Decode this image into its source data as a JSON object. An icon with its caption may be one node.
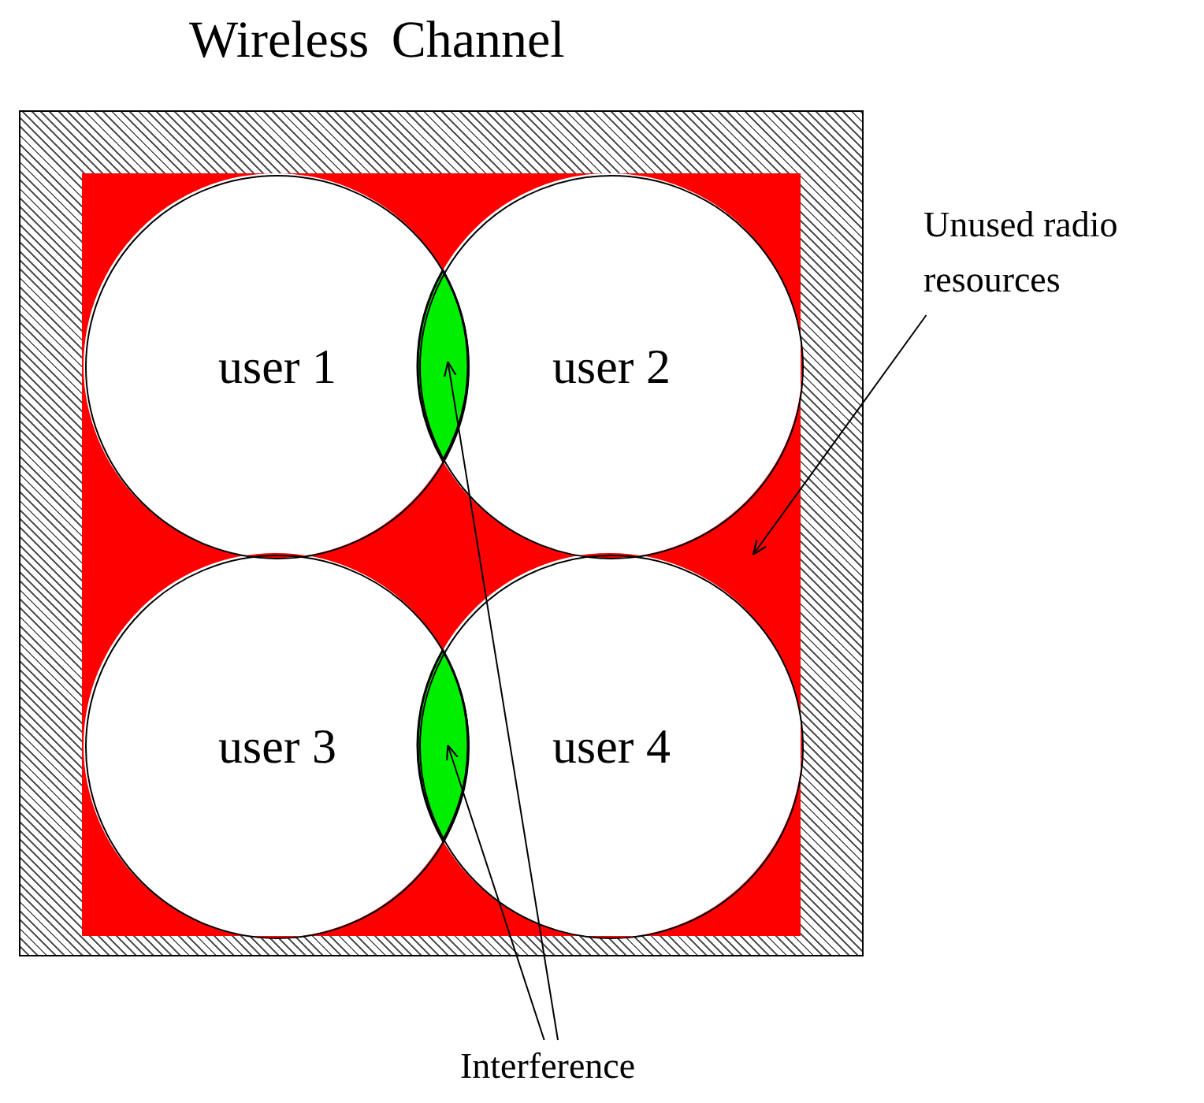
{
  "diagram": {
    "title": "Wireless Channel",
    "nodes": [
      {
        "text": [],
        "shape": "box"
      },
      {
        "text": [
          "user 1"
        ],
        "in": 0
      },
      {
        "text": [
          "user 2"
        ],
        "in": 0
      },
      {
        "text": [
          "user 3"
        ],
        "in": 0
      },
      {
        "text": [
          "user 4"
        ],
        "in": 0
      },
      {
        "text": [],
        "shape": "lens"
      },
      {
        "text": [],
        "shape": "lens"
      },
      {
        "text": [
          "Unused radio resources"
        ]
      },
      {
        "text": [
          "Interference"
        ]
      }
    ],
    "edges": [
      {
        "from": 7,
        "to": 0,
        "arrow": "to"
      },
      {
        "from": 8,
        "to": 5,
        "arrow": "to"
      },
      {
        "from": 8,
        "to": 6,
        "arrow": "to"
      }
    ]
  }
}
